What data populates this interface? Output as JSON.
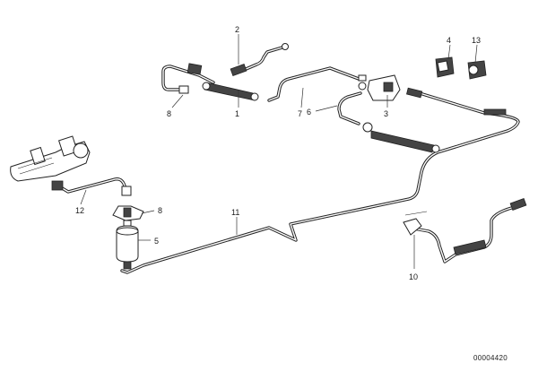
{
  "parts": [
    {
      "id": "p1",
      "number": "1"
    },
    {
      "id": "p2",
      "number": "2"
    },
    {
      "id": "p3",
      "number": "3"
    },
    {
      "id": "p4",
      "number": "4"
    },
    {
      "id": "p5",
      "number": "5"
    },
    {
      "id": "p6",
      "number": "6"
    },
    {
      "id": "p7",
      "number": "7"
    },
    {
      "id": "p8a",
      "number": "8"
    },
    {
      "id": "p8b",
      "number": "8"
    },
    {
      "id": "p10",
      "number": "10"
    },
    {
      "id": "p11",
      "number": "11"
    },
    {
      "id": "p12",
      "number": "12"
    },
    {
      "id": "p13",
      "number": "13"
    }
  ],
  "document_number": "00004420"
}
